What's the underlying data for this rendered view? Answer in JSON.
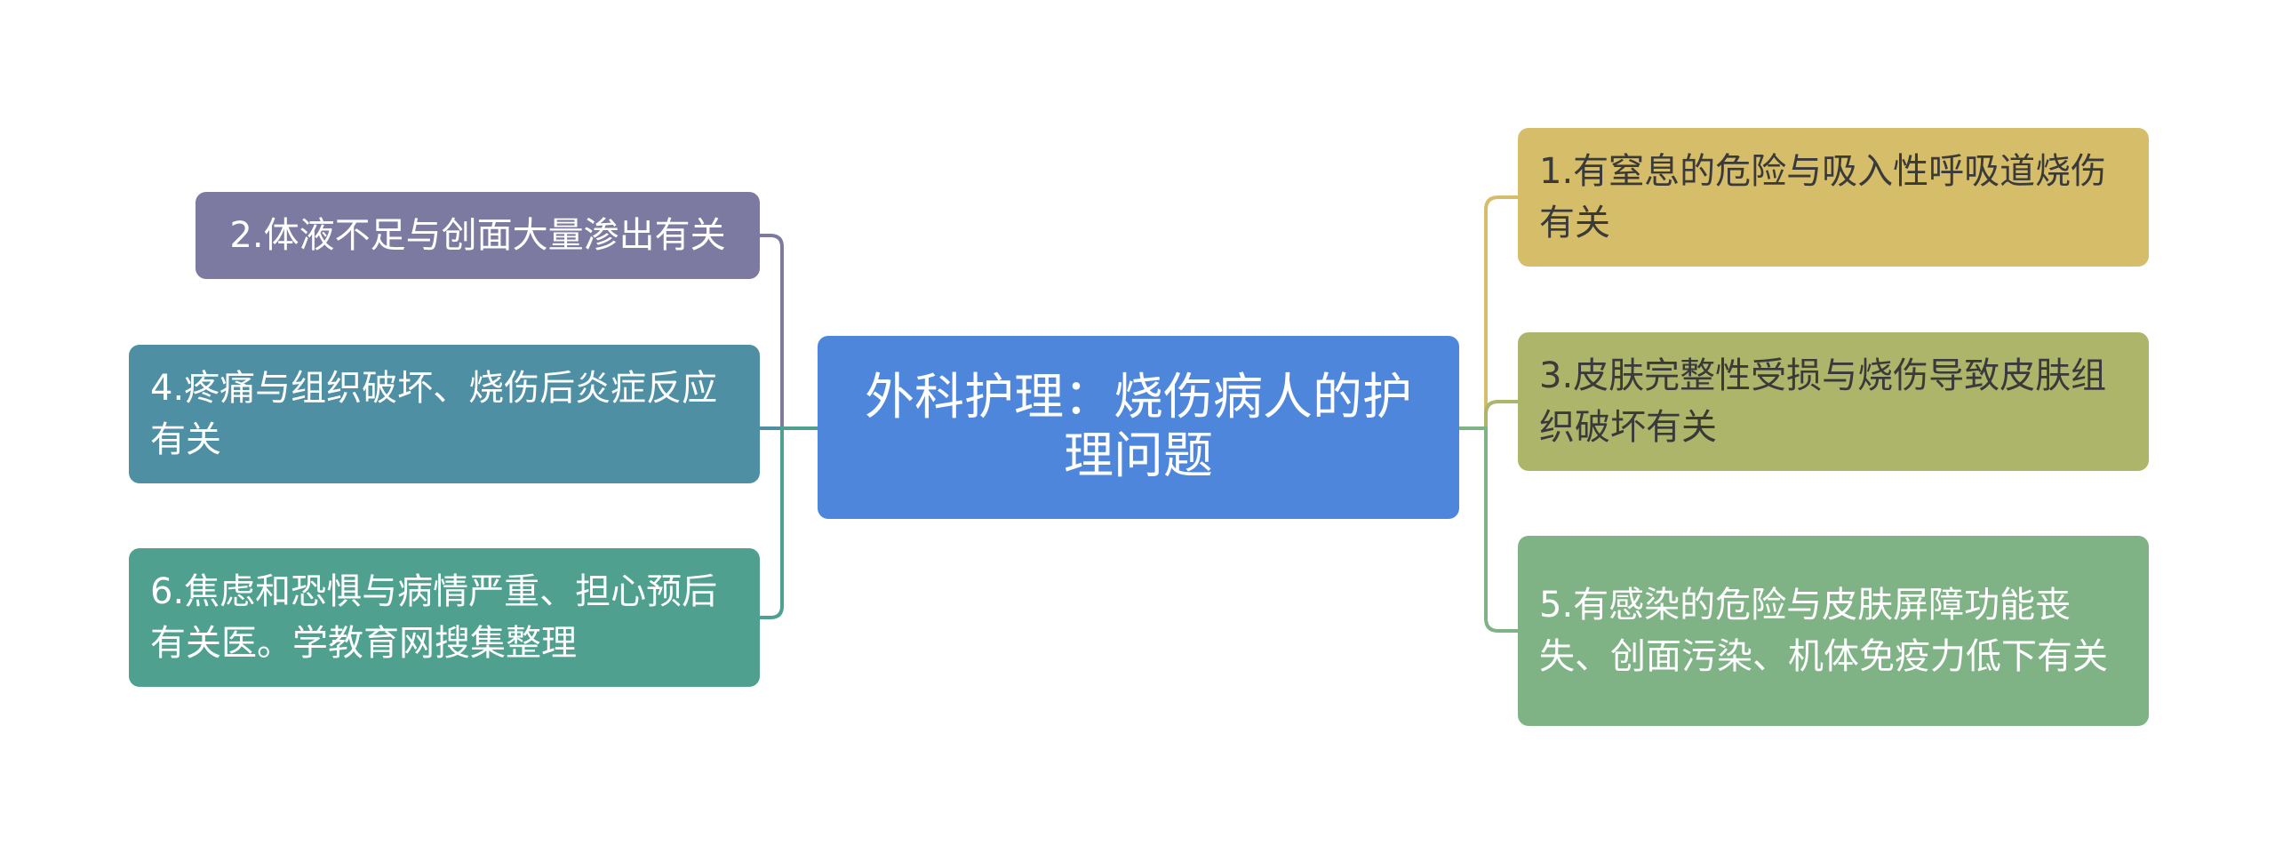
{
  "root": {
    "label": "外科护理：烧伤病人的护理问题",
    "color": "#4e86dc"
  },
  "left_branches": [
    {
      "label": "2.体液不足与创面大量渗出有关",
      "color": "#7d7aa1",
      "line_color": "#7d7aa1"
    },
    {
      "label": "4.疼痛与组织破坏、烧伤后炎症反应有关",
      "color": "#4e8fa4",
      "line_color": "#4e8fa4"
    },
    {
      "label": "6.焦虑和恐惧与病情严重、担心预后有关医。学教育网搜集整理",
      "color": "#4fa08f",
      "line_color": "#4fa08f"
    }
  ],
  "right_branches": [
    {
      "label": "1.有窒息的危险与吸入性呼吸道烧伤有关",
      "color": "#d6bd6a",
      "line_color": "#d6bd6a"
    },
    {
      "label": "3.皮肤完整性受损与烧伤导致皮肤组织破坏有关",
      "color": "#adb56b",
      "line_color": "#adb56b"
    },
    {
      "label": "5.有感染的危险与皮肤屏障功能丧失、创面污染、机体免疫力低下有关",
      "color": "#7fb386",
      "line_color": "#7fb386"
    }
  ]
}
